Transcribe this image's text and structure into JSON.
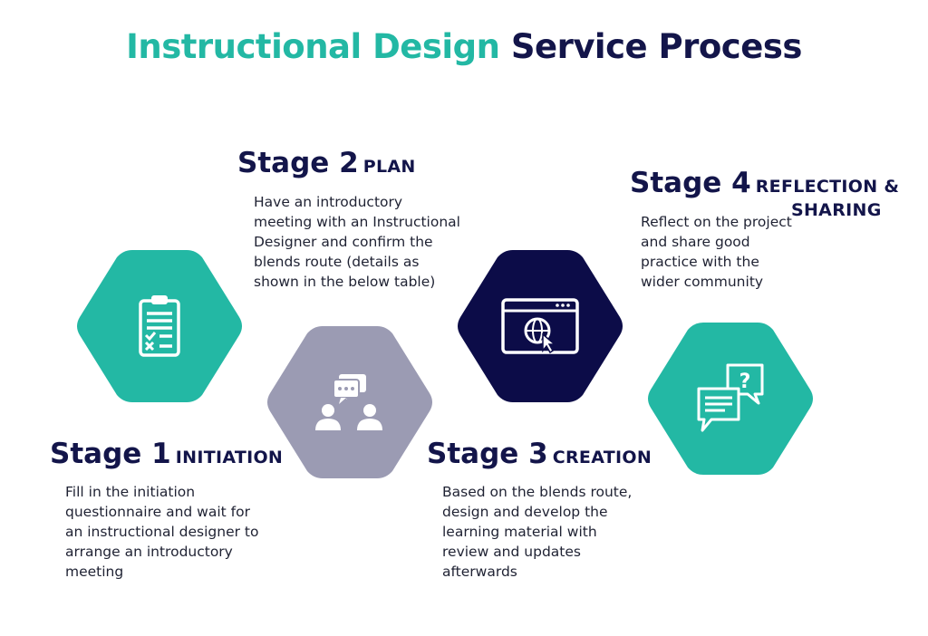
{
  "title": {
    "accent": "Instructional Design",
    "main": "Service Process"
  },
  "colors": {
    "teal": "#23b8a4",
    "grey": "#9b9bb3",
    "navy": "#0c0c48",
    "text": "#13154a"
  },
  "stages": [
    {
      "number": "Stage 1",
      "name": "INITIATION",
      "icon": "clipboard-checklist-icon",
      "color": "#23b8a4",
      "description": "Fill in the initiation questionnaire and wait for an instructional designer to arrange an introductory meeting"
    },
    {
      "number": "Stage 2",
      "name": "PLAN",
      "icon": "meeting-chat-icon",
      "color": "#9b9bb3",
      "description": "Have an introductory meeting with an Instructional Designer and confirm the blends route (details as shown in the below table)"
    },
    {
      "number": "Stage 3",
      "name": "CREATION",
      "icon": "web-browser-globe-icon",
      "color": "#0c0c48",
      "description": "Based on the blends route, design and develop the learning material with review and updates afterwards"
    },
    {
      "number": "Stage 4",
      "name_line1": "REFLECTION &",
      "name_line2": "SHARING",
      "icon": "question-chat-bubbles-icon",
      "color": "#23b8a4",
      "description": "Reflect on the project and share good practice with the wider community"
    }
  ]
}
